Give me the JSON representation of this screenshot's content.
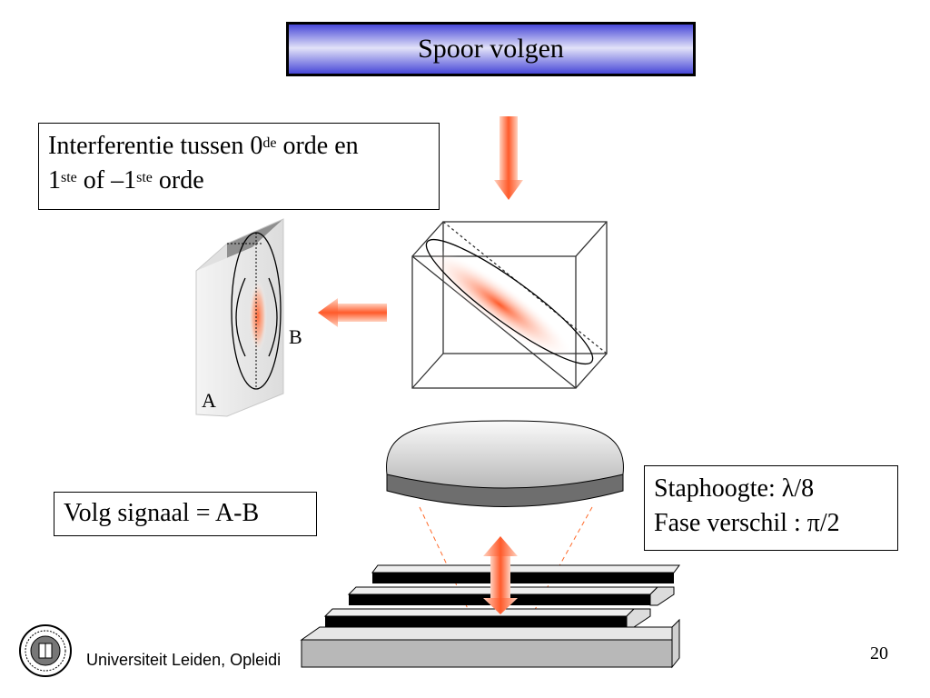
{
  "title": "Spoor volgen",
  "interference": {
    "line1_a": "Interferentie tussen 0",
    "line1_sup": "de",
    "line1_b": " orde en",
    "line2_a": "1",
    "line2_sup1": "ste",
    "line2_b": " of –1",
    "line2_sup2": "ste",
    "line2_c": " orde"
  },
  "signal": "Volg signaal = A-B",
  "step": {
    "line1": "Staphoogte: λ/8",
    "line2": "Fase verschil : π/2"
  },
  "detector": {
    "label_a": "A",
    "label_b": "B"
  },
  "footer": {
    "text": "Universiteit Leiden, Opleidi",
    "page": "20",
    "logo": "university-seal"
  },
  "colors": {
    "beam": "#ff5a2a",
    "title_gradient_dark": "#4848d8",
    "title_gradient_light": "#e2e2f8"
  }
}
